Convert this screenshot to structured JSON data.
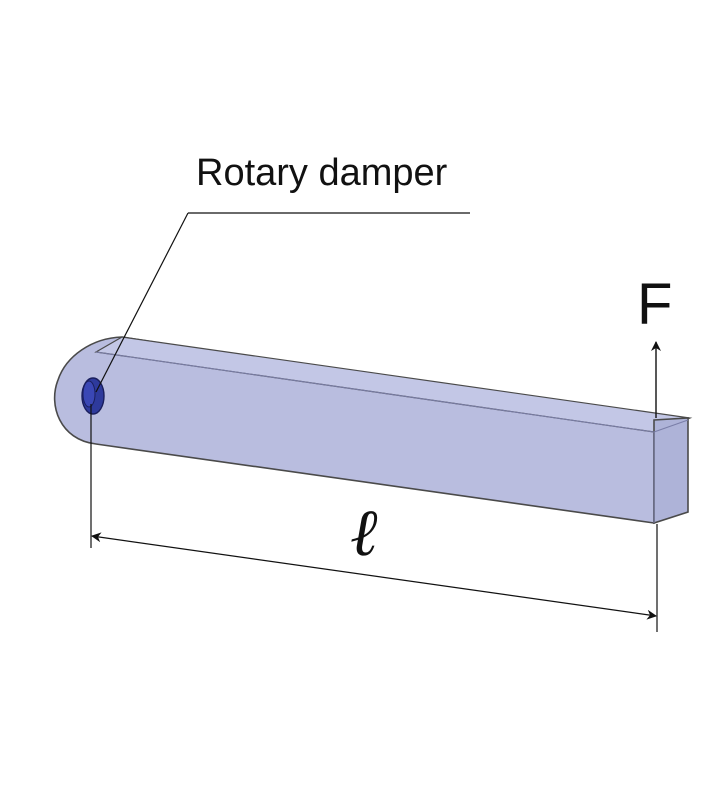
{
  "labels": {
    "callout": "Rotary damper",
    "force": "F",
    "length": "ℓ"
  },
  "colors": {
    "arm_fill": "#b9bddf",
    "arm_top": "#c3c7e6",
    "arm_end": "#aeb3d8",
    "arm_outline": "#4a4a4a",
    "damper_fill": "#2e3a9c",
    "line": "#111111"
  }
}
